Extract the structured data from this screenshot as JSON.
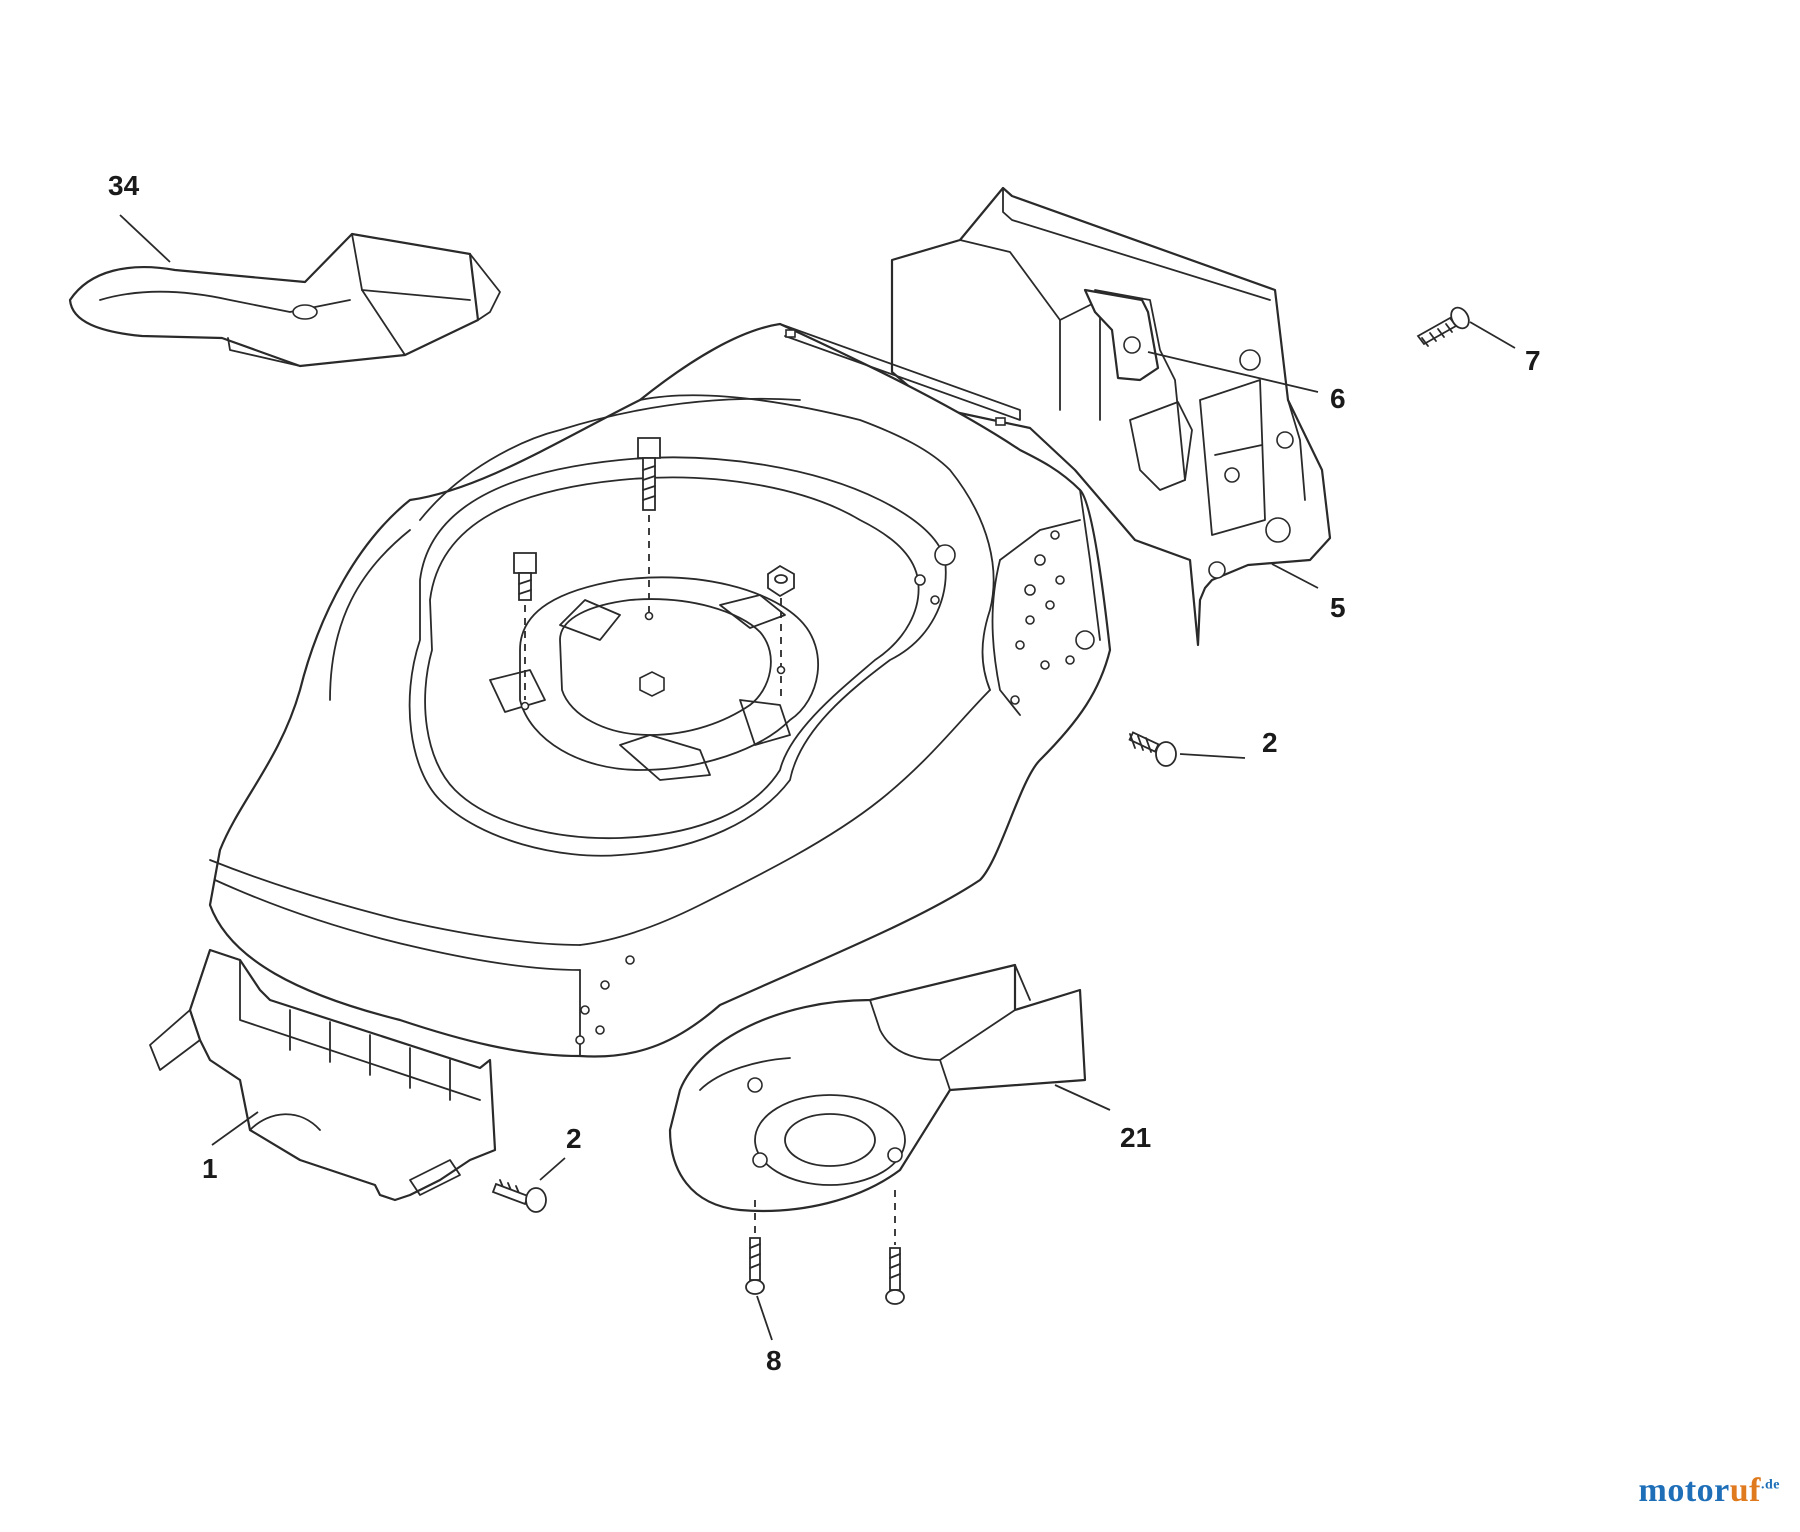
{
  "callouts": {
    "deflector_top": "34",
    "screw_right_top": "7",
    "bracket_small": "6",
    "rear_housing": "5",
    "bolt_side": "2",
    "front_flap": "1",
    "bolt_front": "2",
    "side_chute": "21",
    "screws_bottom": "8"
  },
  "watermark": {
    "main": "motor",
    "accent": "uf",
    "tld": ".de"
  },
  "colors": {
    "line": "#2a2a2a",
    "watermark_blue": "#1e6fb8",
    "watermark_orange": "#e07a1f"
  }
}
